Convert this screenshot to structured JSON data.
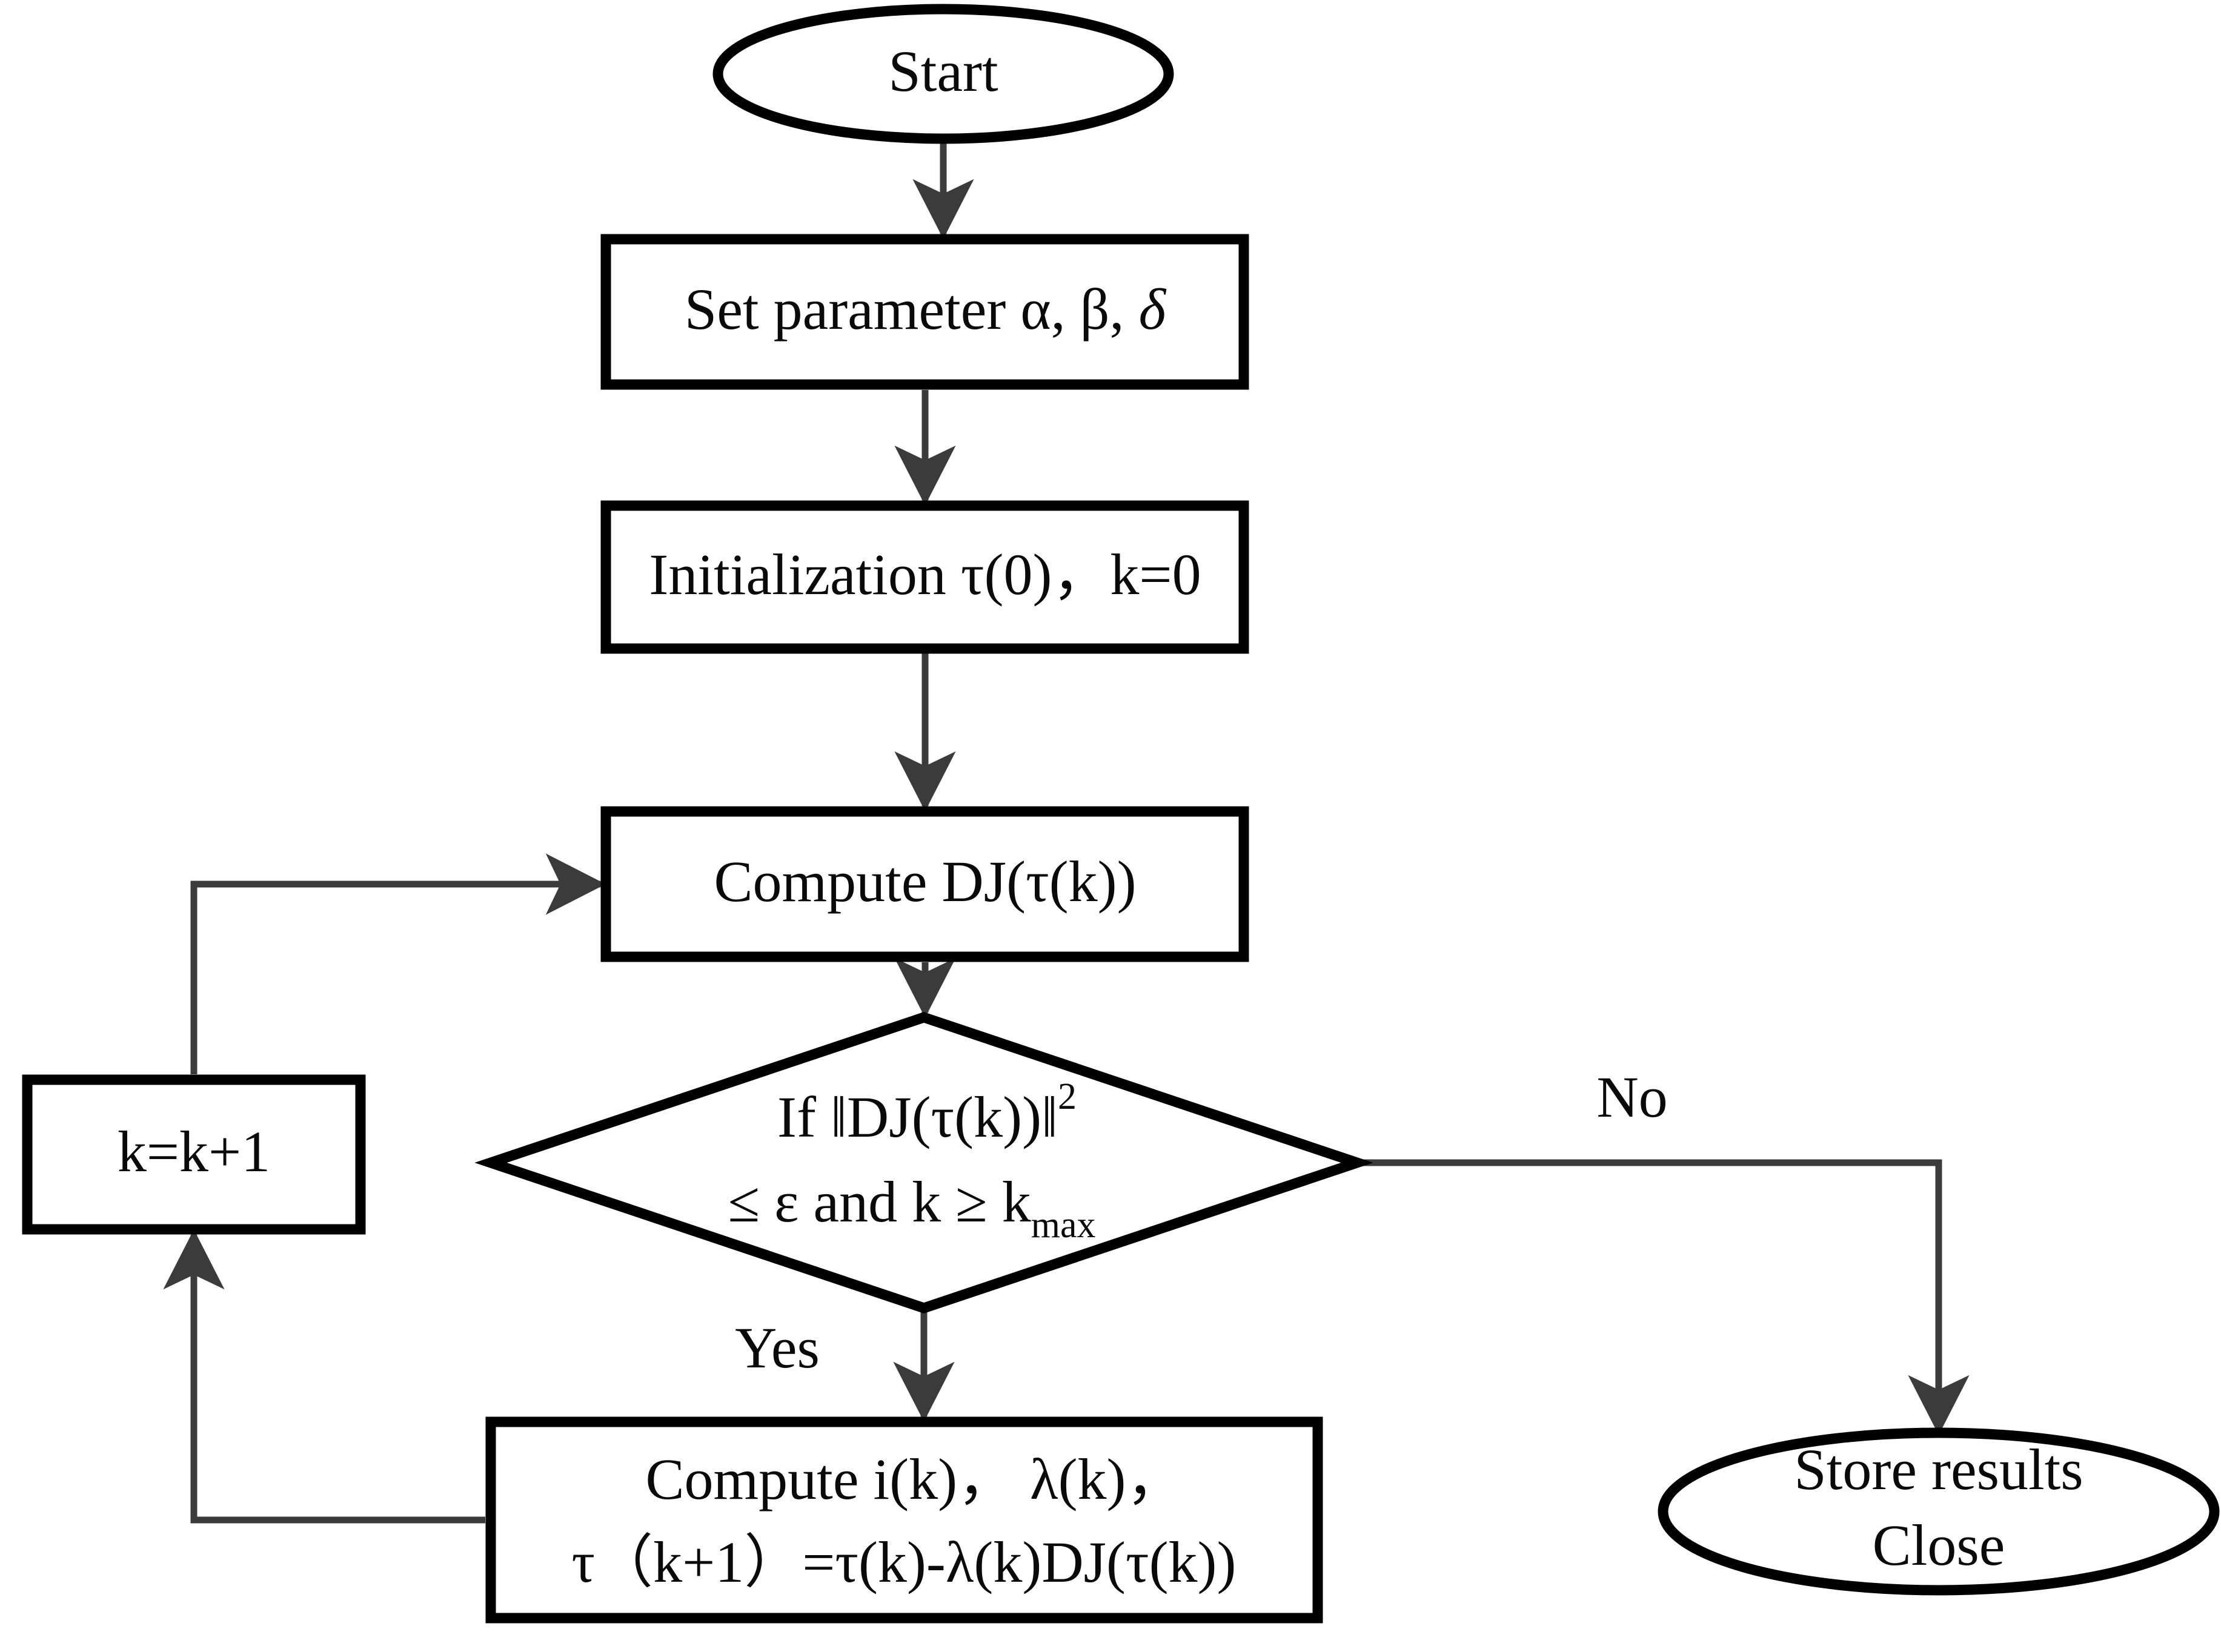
{
  "diagram": {
    "title": "Gradient descent algorithm flowchart",
    "colors": {
      "shape_stroke": "#000000",
      "connector_stroke": "#3b3b3b",
      "background": "#ffffff",
      "text": "#0a0a0a"
    },
    "nodes": {
      "start": {
        "shape": "ellipse",
        "label": "Start"
      },
      "set_parameter": {
        "shape": "rectangle",
        "label": "Set parameter α, β, ",
        "label_italic_tail": "δ"
      },
      "initialization": {
        "shape": "rectangle",
        "label": "Initialization τ(0)，k=0"
      },
      "compute_dj": {
        "shape": "rectangle",
        "label": "Compute DJ(τ(k))"
      },
      "decision": {
        "shape": "diamond",
        "line1_prefix": "If ‖DJ(τ(k))‖",
        "line1_superscript": "2",
        "line2_prefix": "≤ ε and k ≥ k",
        "line2_subscript": "max"
      },
      "increment_k": {
        "shape": "rectangle",
        "label": "k=k+1"
      },
      "compute_update": {
        "shape": "rectangle",
        "line1": "Compute i(k)， λ(k)，",
        "line2": "τ（k+1）=τ(k)-λ(k)DJ(τ(k))"
      },
      "store_results": {
        "shape": "ellipse",
        "line1": "Store results",
        "line2": "Close"
      }
    },
    "edge_labels": {
      "yes": "Yes",
      "no": "No"
    }
  }
}
